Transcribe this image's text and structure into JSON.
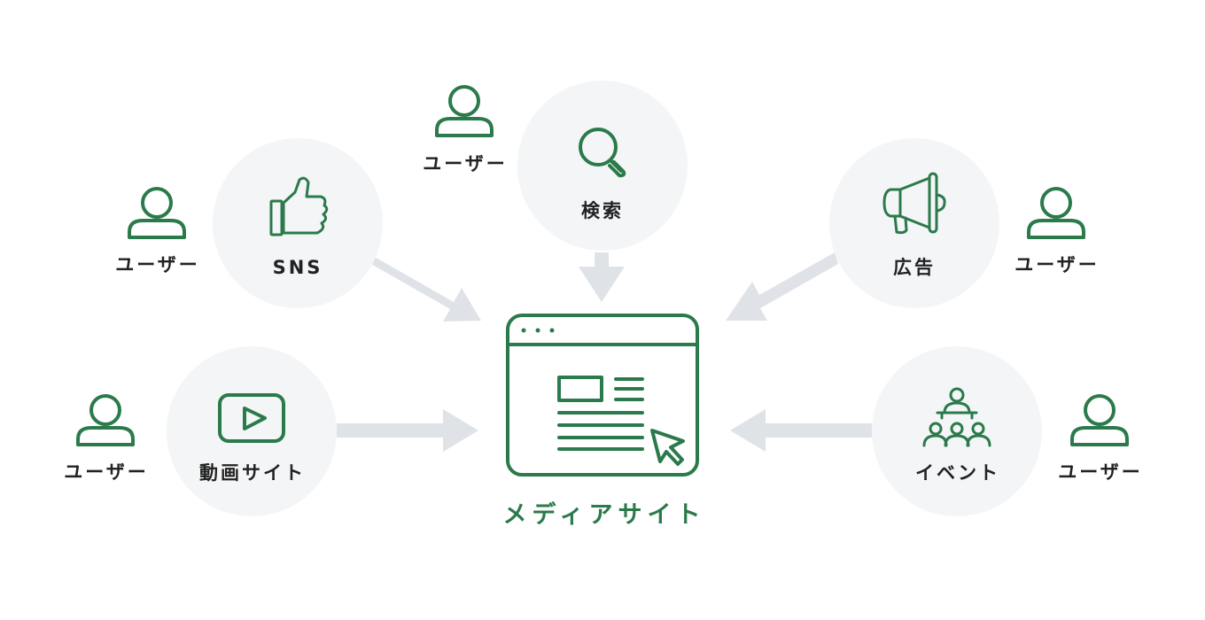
{
  "center": {
    "label": "メディアサイト"
  },
  "channels": {
    "sns": "SNS",
    "search": "検索",
    "ads": "広告",
    "video": "動画サイト",
    "event": "イベント"
  },
  "users": {
    "sns": "ユーザー",
    "search": "ユーザー",
    "ads": "ユーザー",
    "video": "ユーザー",
    "event": "ユーザー"
  },
  "colors": {
    "accent": "#2b7a4b",
    "circle": "#f4f5f7",
    "arrow": "#dfe3e8"
  }
}
